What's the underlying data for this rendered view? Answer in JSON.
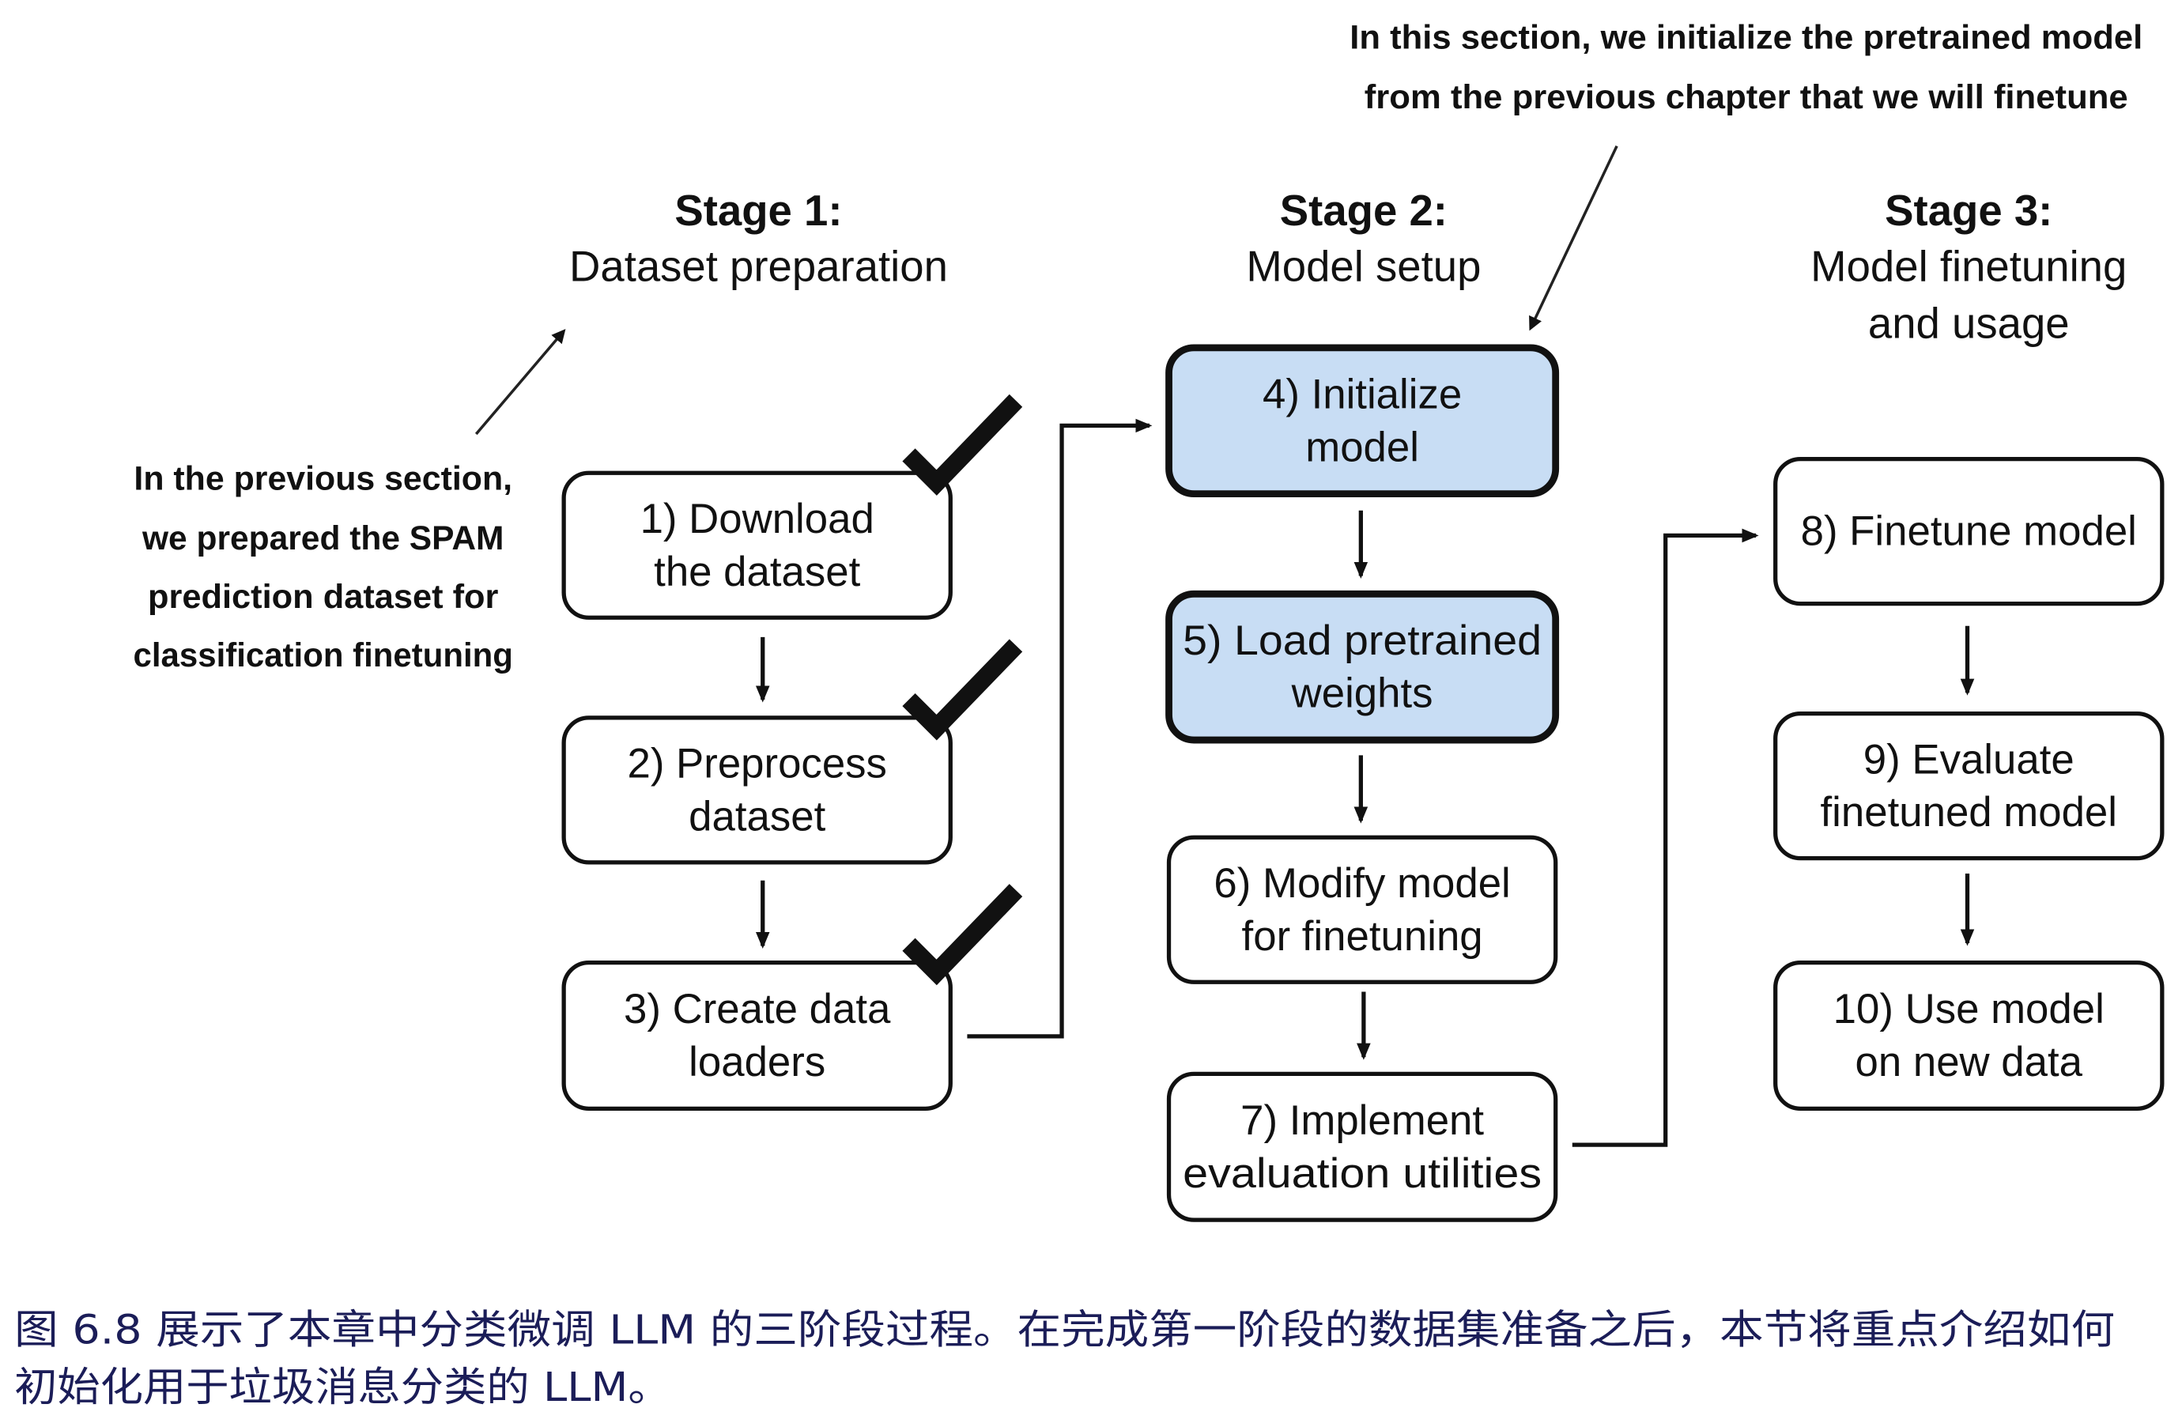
{
  "annotations": {
    "top": [
      "In this section, we initialize the pretrained model",
      "from the previous chapter that we will finetune"
    ],
    "left": [
      "In the previous section,",
      "we prepared the SPAM",
      "prediction dataset for",
      "classification finetuning"
    ]
  },
  "stages": [
    {
      "title": "Stage 1:",
      "subtitle": [
        "Dataset preparation"
      ]
    },
    {
      "title": "Stage 2:",
      "subtitle": [
        "Model setup"
      ]
    },
    {
      "title": "Stage 3:",
      "subtitle": [
        "Model finetuning",
        "and usage"
      ]
    }
  ],
  "steps": [
    {
      "lines": [
        "1) Download",
        "the dataset"
      ],
      "completed": true,
      "highlighted": false
    },
    {
      "lines": [
        "2) Preprocess",
        "dataset"
      ],
      "completed": true,
      "highlighted": false
    },
    {
      "lines": [
        "3) Create data",
        "loaders"
      ],
      "completed": true,
      "highlighted": false
    },
    {
      "lines": [
        "4) Initialize",
        "model"
      ],
      "completed": false,
      "highlighted": true
    },
    {
      "lines": [
        "5) Load pretrained",
        "weights"
      ],
      "completed": false,
      "highlighted": true
    },
    {
      "lines": [
        "6) Modify model",
        "for finetuning"
      ],
      "completed": false,
      "highlighted": false
    },
    {
      "lines": [
        "7) Implement",
        "evaluation utilities"
      ],
      "completed": false,
      "highlighted": false
    },
    {
      "lines": [
        "8) Finetune model"
      ],
      "completed": false,
      "highlighted": false
    },
    {
      "lines": [
        "9) Evaluate",
        "finetuned model"
      ],
      "completed": false,
      "highlighted": false
    },
    {
      "lines": [
        "10) Use model",
        "on new data"
      ],
      "completed": false,
      "highlighted": false
    }
  ],
  "caption": [
    "图 6.8 展示了本章中分类微调 LLM 的三阶段过程。在完成第一阶段的数据集准备之后，本节将重点介绍如何",
    "初始化用于垃圾消息分类的 LLM。"
  ],
  "colors": {
    "highlight_fill": "#c8ddf4",
    "caption_text": "#1b1d58",
    "stroke": "#111111"
  }
}
